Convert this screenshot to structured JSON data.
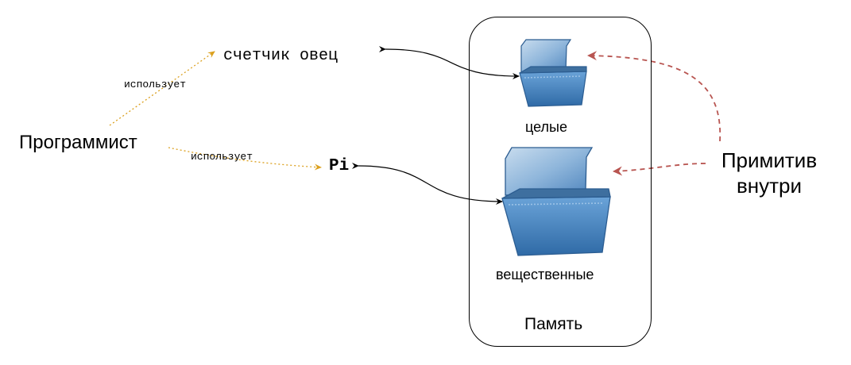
{
  "programmer": "Программист",
  "uses_top": "использует",
  "uses_bottom": "использует",
  "sheep_counter": "счетчик овец",
  "pi": "Pi",
  "memory": {
    "integers_label": "целые",
    "reals_label": "вещественные",
    "title": "Память"
  },
  "primitive": {
    "line1": "Примитив",
    "line2": "внутри"
  },
  "colors": {
    "uses_arrow": "#dba01e",
    "primitive_arrow": "#b85450",
    "box_light": "#8bb6de",
    "box_mid": "#4f89c4",
    "box_dark": "#2c5d91"
  }
}
